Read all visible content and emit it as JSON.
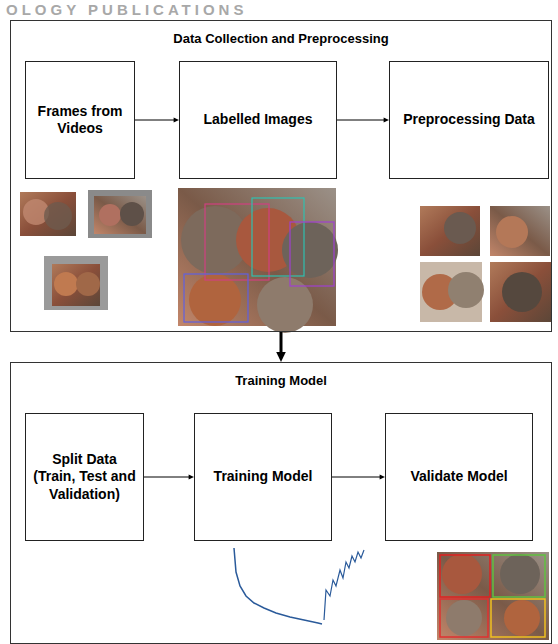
{
  "diagram": {
    "nodes": [
      {
        "text": [
          "Data Collection and Preprocessing"
        ]
      },
      {
        "text": [
          "Frames from Videos"
        ],
        "in": 0
      },
      {
        "text": [
          "Labelled Images"
        ],
        "in": 0
      },
      {
        "text": [
          "Preprocessing Data"
        ],
        "in": 0
      },
      {
        "text": [
          "Training Model"
        ]
      },
      {
        "text": [
          "Split Data (Train, Test and Validation)"
        ],
        "in": 4
      },
      {
        "text": [
          "Training Model"
        ],
        "in": 4
      },
      {
        "text": [
          "Validate Model"
        ],
        "in": 4
      }
    ],
    "edges": [
      {
        "from": 1,
        "to": 2,
        "arrow": "to"
      },
      {
        "from": 2,
        "to": 3,
        "arrow": "to"
      },
      {
        "from": 0,
        "to": 4,
        "arrow": "to"
      },
      {
        "from": 5,
        "to": 6,
        "arrow": "to"
      },
      {
        "from": 6,
        "to": 7,
        "arrow": "to"
      }
    ],
    "labels": [
      "OLOGY PUBLICATIONS"
    ]
  }
}
